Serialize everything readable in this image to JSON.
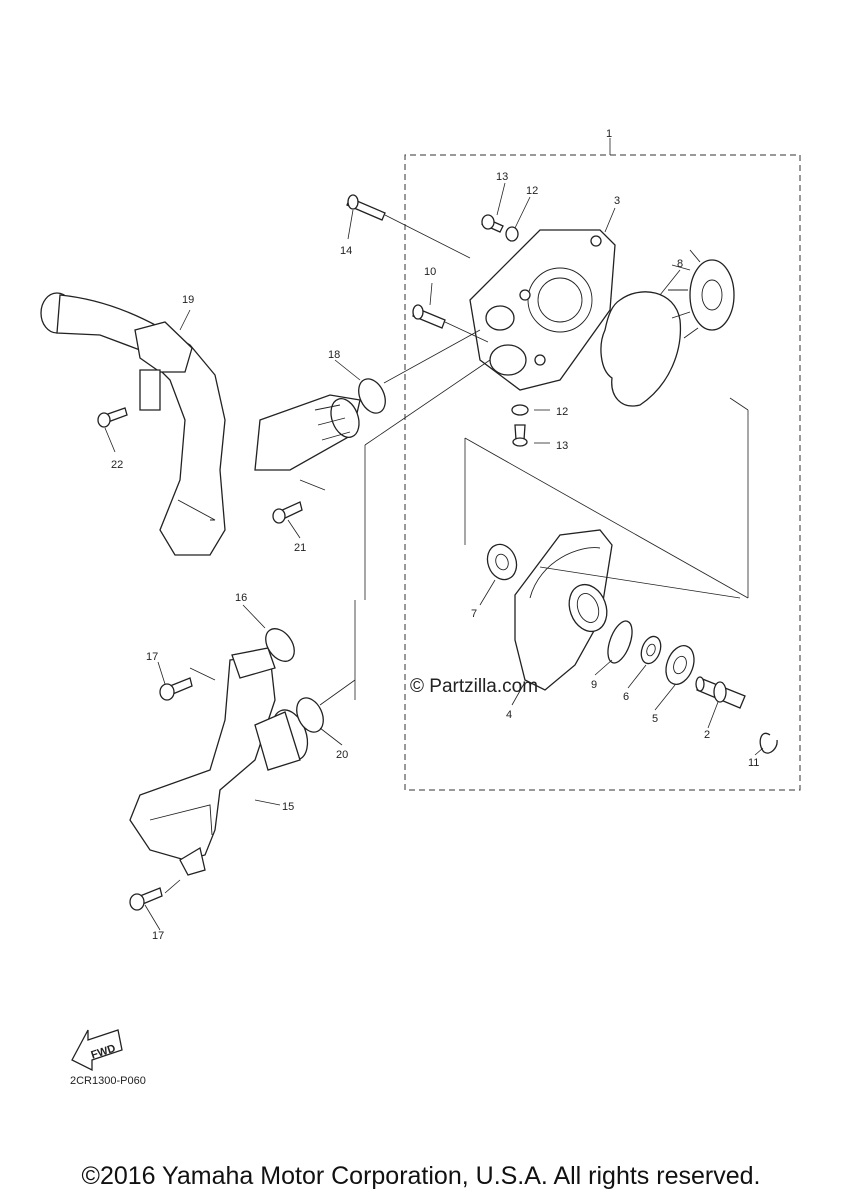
{
  "diagram": {
    "callouts": [
      "1",
      "2",
      "3",
      "4",
      "5",
      "6",
      "7",
      "8",
      "9",
      "10",
      "11",
      "12",
      "12",
      "13",
      "13",
      "14",
      "15",
      "16",
      "17",
      "17",
      "18",
      "19",
      "20",
      "21",
      "22"
    ],
    "fwd_label": "FWD",
    "drawing_code": "2CR1300-P060",
    "watermark": "© Partzilla.com",
    "copyright": "©2016 Yamaha Motor Corporation, U.S.A. All rights reserved."
  }
}
